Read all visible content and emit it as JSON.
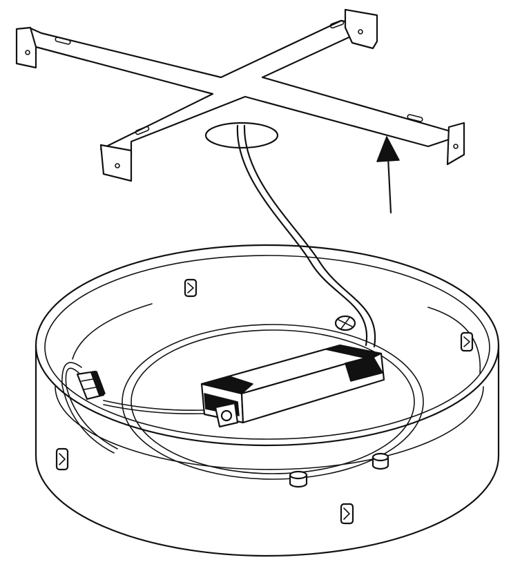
{
  "diagram": {
    "parts": [
      {
        "id": "mounting-bracket",
        "shape": "cross-bracket"
      },
      {
        "id": "ceiling-cable-hole",
        "shape": "ellipse"
      },
      {
        "id": "power-cable",
        "shape": "curve"
      },
      {
        "id": "lamp-housing",
        "shape": "round-tray"
      },
      {
        "id": "led-driver",
        "shape": "box"
      },
      {
        "id": "connector-block",
        "shape": "terminal"
      },
      {
        "id": "ground-screw",
        "shape": "screw"
      },
      {
        "id": "direction-arrow",
        "direction": "up"
      }
    ],
    "colors": {
      "line": "#111111",
      "fill": "#ffffff",
      "accent": "#111111"
    }
  }
}
